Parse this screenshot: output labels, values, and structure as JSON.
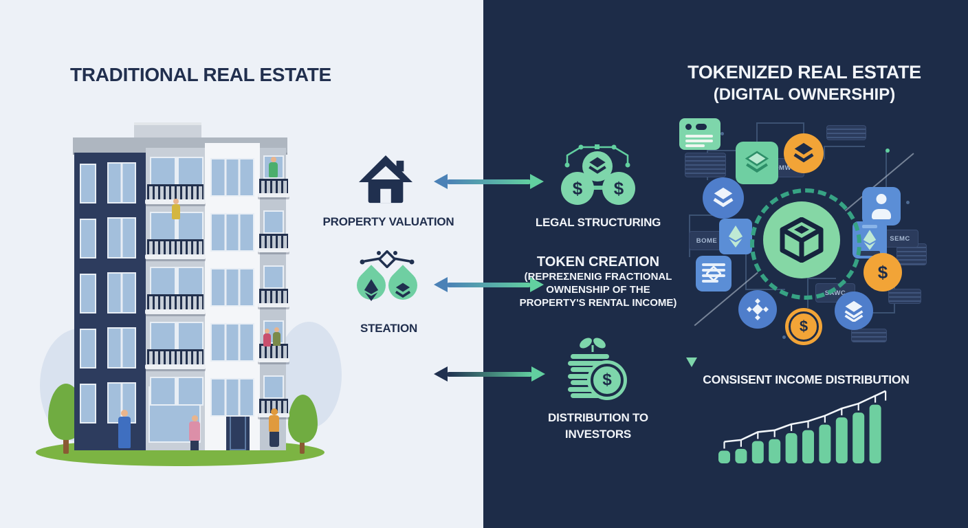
{
  "left_panel": {
    "title": "TRADITIONAL REAL ESTATE"
  },
  "flow": {
    "property_valuation_label": "PROPERTY VALUATION",
    "steation_label": "STEATION"
  },
  "right_panel": {
    "title_line1": "TOKENIZED REAL ESTATE",
    "title_line2": "(DIGITAL OWNERSHIP)",
    "legal_structuring_label": "LEGAL STRUCTURING",
    "token_creation": {
      "title": "TOKEN CREATION",
      "subtitle_line1": "(REPREƩNENIG FRACTIONAL",
      "subtitle_line2": "OWNENSHIP OF THE",
      "subtitle_line3": "PROPERTY'S RENTAL INCOME)"
    },
    "distribution_line1": "DISTRIBUTION TO",
    "distribution_line2": "INVESTORS",
    "network": {
      "labels": [
        "DMWC",
        "BOME",
        "SAWC",
        "SEMC"
      ]
    }
  },
  "icons": {
    "dollar": "$"
  },
  "colors": {
    "light_bg": "#edf1f7",
    "dark_bg": "#1d2c48",
    "navy": "#20304f",
    "green": "#62d0a0",
    "green_light": "#7ed6ab",
    "blue_arrow": "#4b81b6",
    "orange": "#f2a437",
    "blue_circle": "#4f7ecb",
    "blue_square": "#5b8ed6",
    "ring_teal": "#37a384",
    "bar_green": "#6ecfa0"
  },
  "chart_data": {
    "type": "bar",
    "title": "CONSISENT INCOME DISTRIBUTION",
    "x": [
      1,
      2,
      3,
      4,
      5,
      6,
      7,
      8,
      9,
      10
    ],
    "values": [
      21,
      24,
      37,
      40,
      50,
      55,
      64,
      76,
      84,
      97
    ],
    "xlabel": "",
    "ylabel": "",
    "ylim": [
      0,
      100
    ],
    "grid": false,
    "legend": false,
    "bar_color": "#6ecfa0",
    "trend_line": true,
    "trend_line_color": "#f2f6fa"
  }
}
